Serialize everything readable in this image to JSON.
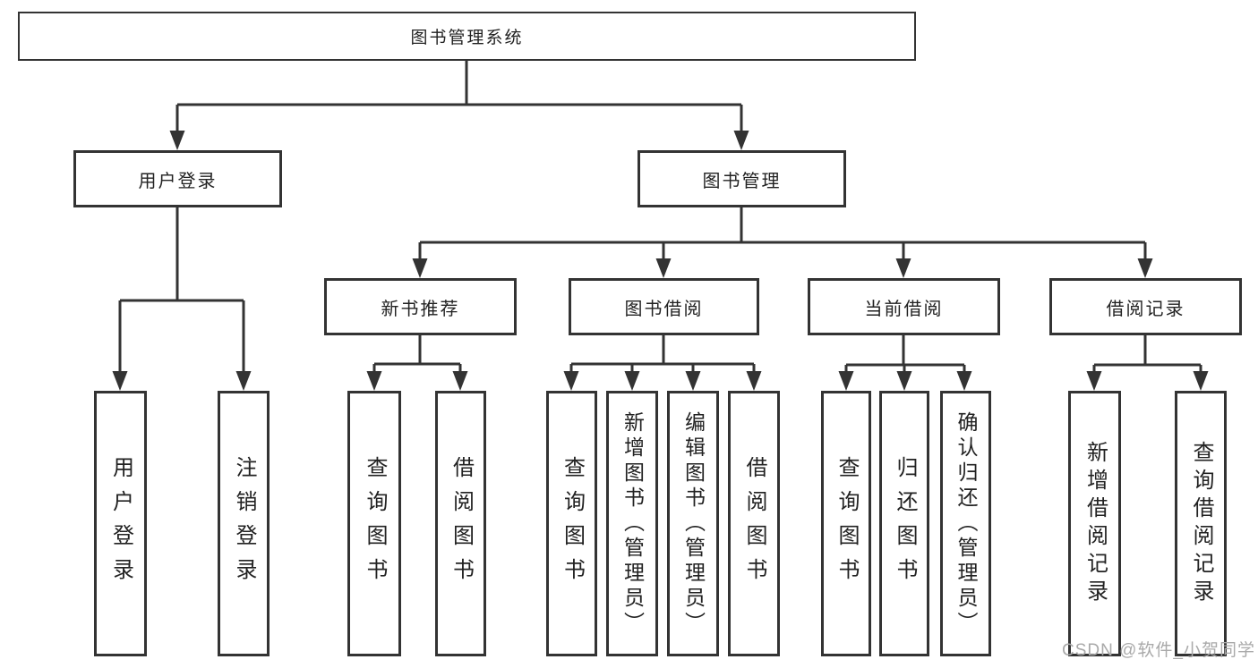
{
  "tree": {
    "root": "图书管理系统",
    "user_branch": {
      "label": "用户登录",
      "children": [
        "用户登录",
        "注销登录"
      ]
    },
    "book_branch": {
      "label": "图书管理",
      "sections": [
        {
          "label": "新书推荐",
          "children": [
            "查询图书",
            "借阅图书"
          ]
        },
        {
          "label": "图书借阅",
          "children": [
            "查询图书",
            "新增图书（管理员）",
            "编辑图书（管理员）",
            "借阅图书"
          ]
        },
        {
          "label": "当前借阅",
          "children": [
            "查询图书",
            "归还图书",
            "确认归还（管理员）"
          ]
        },
        {
          "label": "借阅记录",
          "children": [
            "新增借阅记录",
            "查询借阅记录"
          ]
        }
      ]
    }
  },
  "watermark": {
    "text": "CSDN @软件_小贺同学"
  },
  "colors": {
    "line": "#333333",
    "box_border": "#333333",
    "box_fill": "#ffffff",
    "text": "#222222",
    "watermark": "#a9a9a9"
  }
}
